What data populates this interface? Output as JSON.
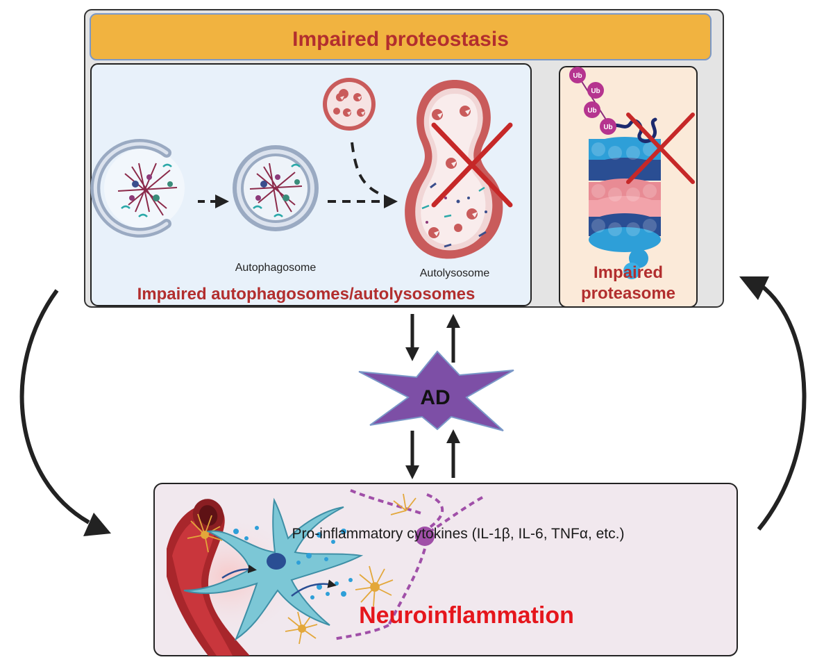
{
  "header": {
    "title": "Impaired proteostasis"
  },
  "autophagy_panel": {
    "autophagosome_label": "Autophagosome",
    "autolysosome_label": "Autolysosome",
    "caption": "Impaired autophagosomes/autolysosomes"
  },
  "proteasome_panel": {
    "ubiquitin_labels": [
      "Ub",
      "Ub",
      "Ub",
      "Ub"
    ],
    "caption_line1": "Impaired",
    "caption_line2": "proteasome"
  },
  "center": {
    "label": "AD"
  },
  "neuro_panel": {
    "cytokines_text": "Pro-inflammatory cytokines (IL-1β, IL-6, TNFα, etc.)",
    "title": "Neuroinflammation"
  },
  "colors": {
    "header_fill": "#F1B340",
    "header_text": "#B22E2E",
    "autophagy_panel_fill": "#E8F1FA",
    "proteasome_panel_fill": "#FBEAD9",
    "outer_panel_fill": "#E4E4E4",
    "neuro_panel_fill": "#F1E8EE",
    "neuro_title": "#E5161C",
    "star_fill": "#7D4FA6",
    "cross": "#C62828",
    "membrane": "#9AAAC2",
    "lysosome": "#C95B5B"
  },
  "icons": {
    "autophagy_cross": "cross-icon",
    "proteasome_cross": "cross-icon",
    "left_cycle_arrow": "curved-arrow-icon",
    "right_cycle_arrow": "curved-arrow-icon"
  }
}
